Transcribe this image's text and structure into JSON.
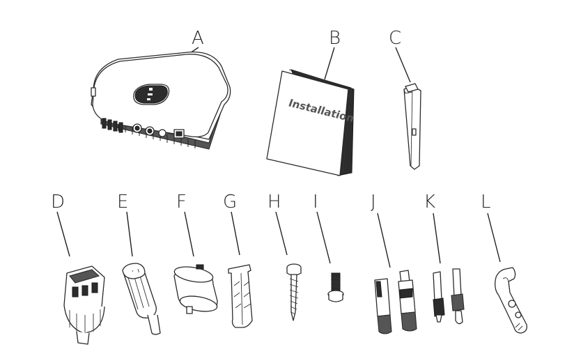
{
  "items": [
    {
      "id": "A"
    },
    {
      "id": "B"
    },
    {
      "id": "C"
    },
    {
      "id": "D"
    },
    {
      "id": "E"
    },
    {
      "id": "F"
    },
    {
      "id": "G"
    },
    {
      "id": "H"
    },
    {
      "id": "I"
    },
    {
      "id": "J"
    },
    {
      "id": "K"
    },
    {
      "id": "L"
    }
  ],
  "manual_cover_text": "Installation"
}
